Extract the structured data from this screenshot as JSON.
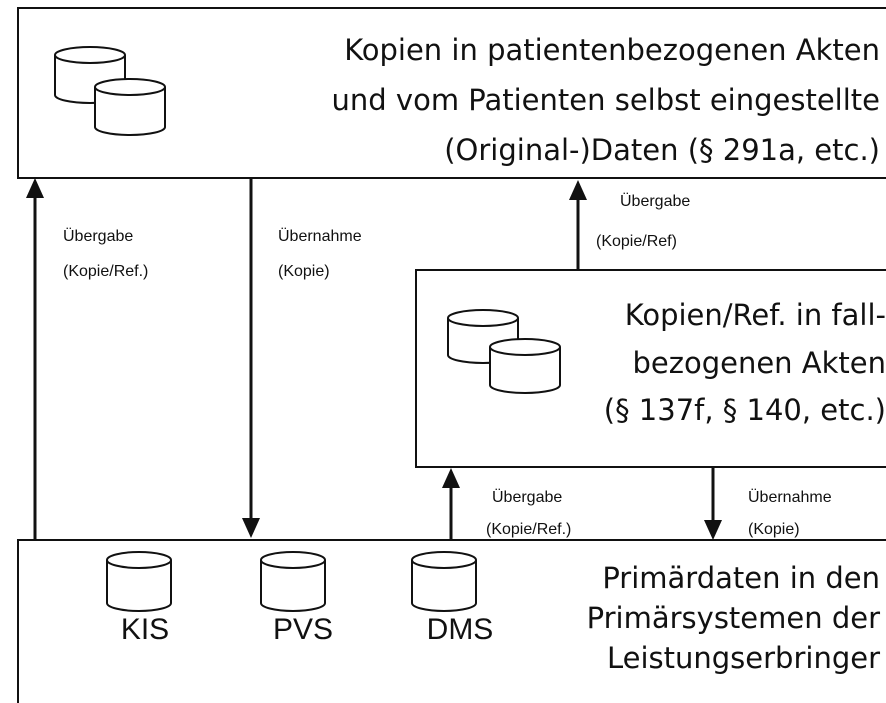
{
  "top_box": {
    "lines": [
      "Kopien in patientenbezogenen Akten",
      "und vom Patienten selbst eingestellte",
      "(Original-)Daten (§ 291a, etc.)"
    ]
  },
  "middle_box": {
    "lines": [
      "Kopien/Ref. in fall-",
      "bezogenen Akten",
      "(§ 137f, § 140, etc.)"
    ]
  },
  "bottom_box": {
    "lines": [
      "Primärdaten in den",
      "Primärsystemen der",
      "Leistungserbringer"
    ],
    "systems": [
      "KIS",
      "PVS",
      "DMS"
    ]
  },
  "arrows": {
    "left_up": {
      "line1": "Übergabe",
      "line2": "(Kopie/Ref.)"
    },
    "center_down": {
      "line1": "Übernahme",
      "line2": "(Kopie)"
    },
    "right_up_top": {
      "line1": "Übergabe",
      "line2": "(Kopie/Ref)"
    },
    "right_up_bottom": {
      "line1": "Übergabe",
      "line2": "(Kopie/Ref.)"
    },
    "right_down": {
      "line1": "Übernahme",
      "line2": "(Kopie)"
    }
  }
}
